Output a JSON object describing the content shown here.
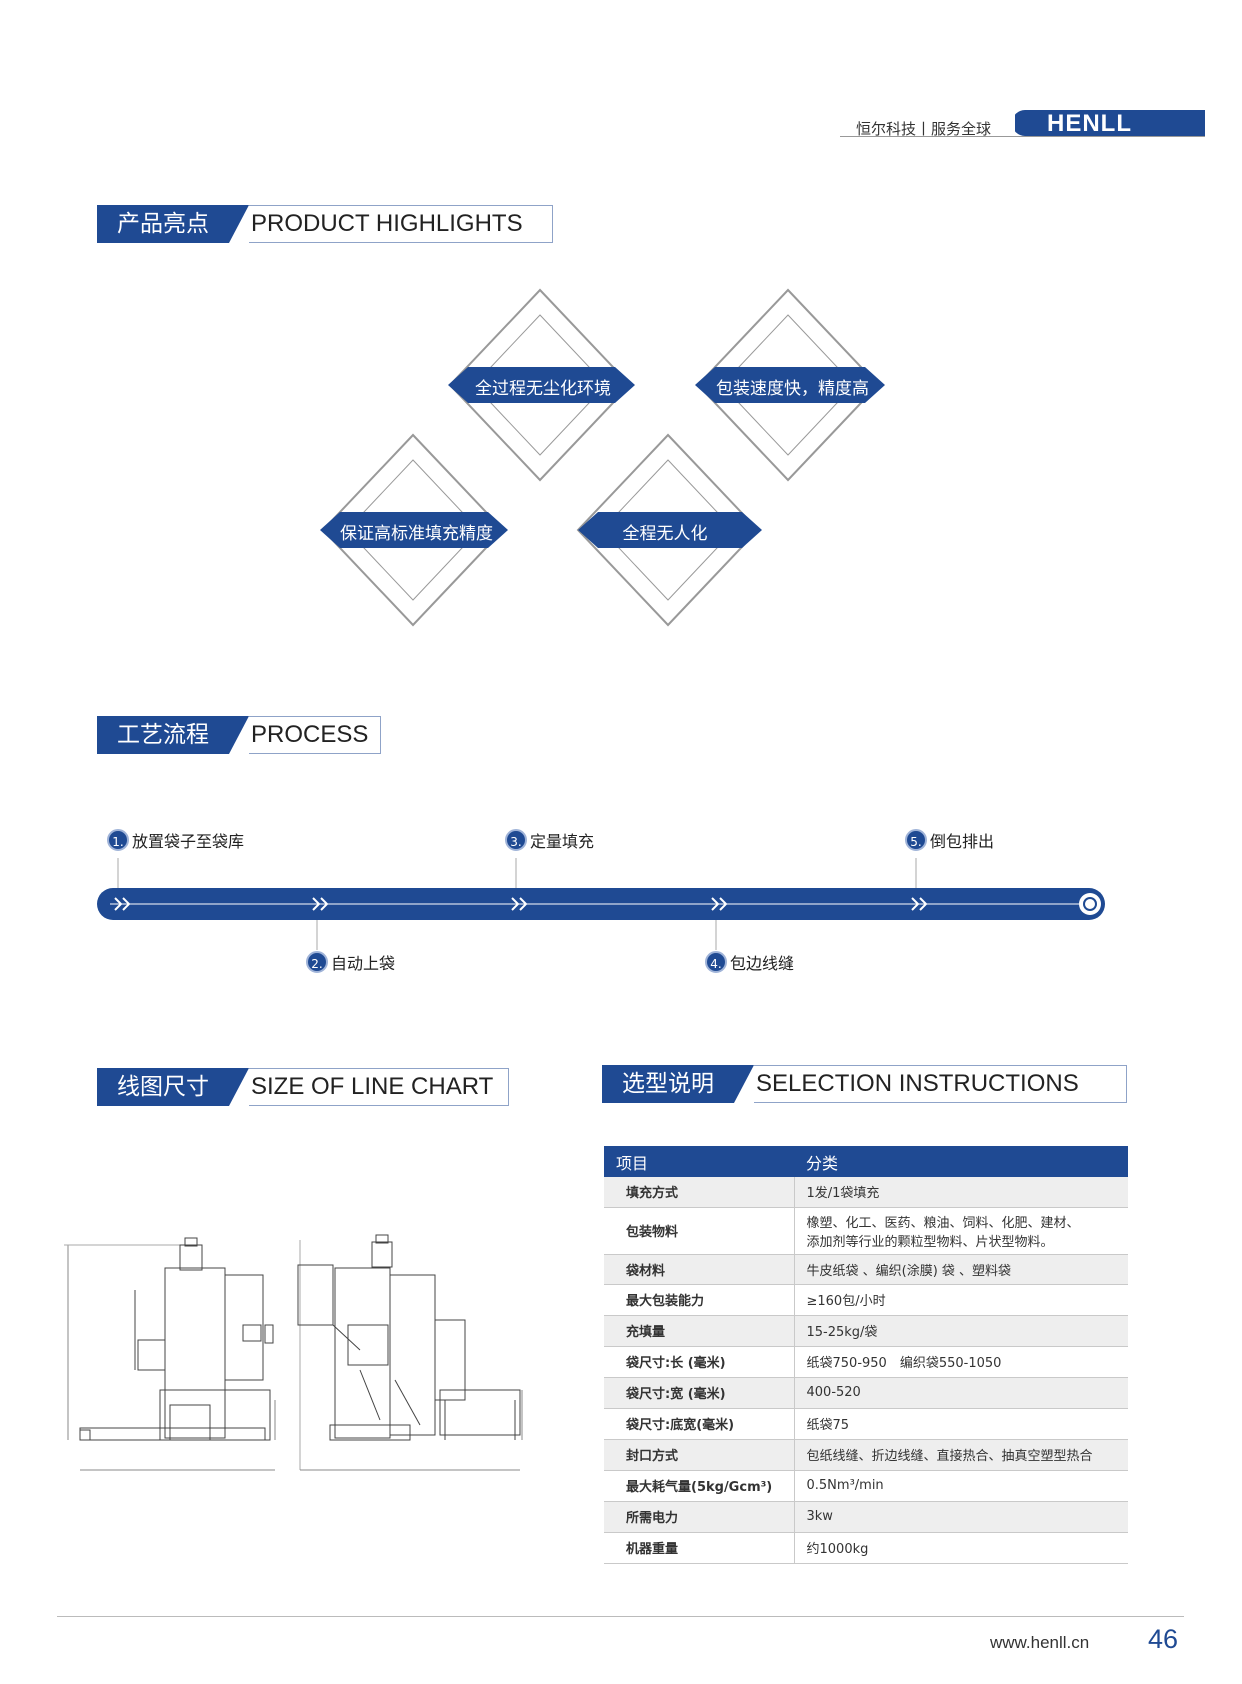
{
  "header": {
    "brand_text": "恒尔科技丨服务全球",
    "logo": "HENLL"
  },
  "highlights": {
    "cn": "产品亮点",
    "en": "PRODUCT HIGHLIGHTS",
    "items": [
      "全过程无尘化环境",
      "包装速度快，精度高",
      "保证高标准填充精度",
      "全程无人化"
    ]
  },
  "process": {
    "cn": "工艺流程",
    "en": "PROCESS",
    "steps": [
      {
        "num": "1.",
        "label": "放置袋子至袋库"
      },
      {
        "num": "2.",
        "label": "自动上袋"
      },
      {
        "num": "3.",
        "label": "定量填充"
      },
      {
        "num": "4.",
        "label": "包边线缝"
      },
      {
        "num": "5.",
        "label": "倒包排出"
      }
    ]
  },
  "linechart": {
    "cn": "线图尺寸",
    "en": "SIZE OF LINE CHART"
  },
  "selection": {
    "cn": "选型说明",
    "en": "SELECTION INSTRUCTIONS",
    "head": [
      "项目",
      "分类"
    ],
    "rows": [
      [
        "填充方式",
        "1发/1袋填充"
      ],
      [
        "包装物料",
        "橡塑、化工、医药、粮油、饲料、化肥、建材、",
        "添加剂等行业的颗粒型物料、片状型物料。"
      ],
      [
        "袋材料",
        "牛皮纸袋 、编织(涂膜) 袋 、塑料袋"
      ],
      [
        "最大包装能力",
        "≥160包/小时"
      ],
      [
        "充填量",
        "15-25kg/袋"
      ],
      [
        "袋尺寸:长 (毫米)",
        "纸袋750-950　编织袋550-1050"
      ],
      [
        "袋尺寸:宽 (毫米)",
        "400-520"
      ],
      [
        "袋尺寸:底宽(毫米)",
        "纸袋75"
      ],
      [
        "封口方式",
        "包纸线缝、折边线缝、直接热合、抽真空塑型热合"
      ],
      [
        "最大耗气量(5kg/Gcm³)",
        "0.5Nm³/min"
      ],
      [
        "所需电力",
        "3kw"
      ],
      [
        "机器重量",
        "约1000kg"
      ]
    ]
  },
  "footer": {
    "url": "www.henll.cn",
    "page": "46"
  }
}
